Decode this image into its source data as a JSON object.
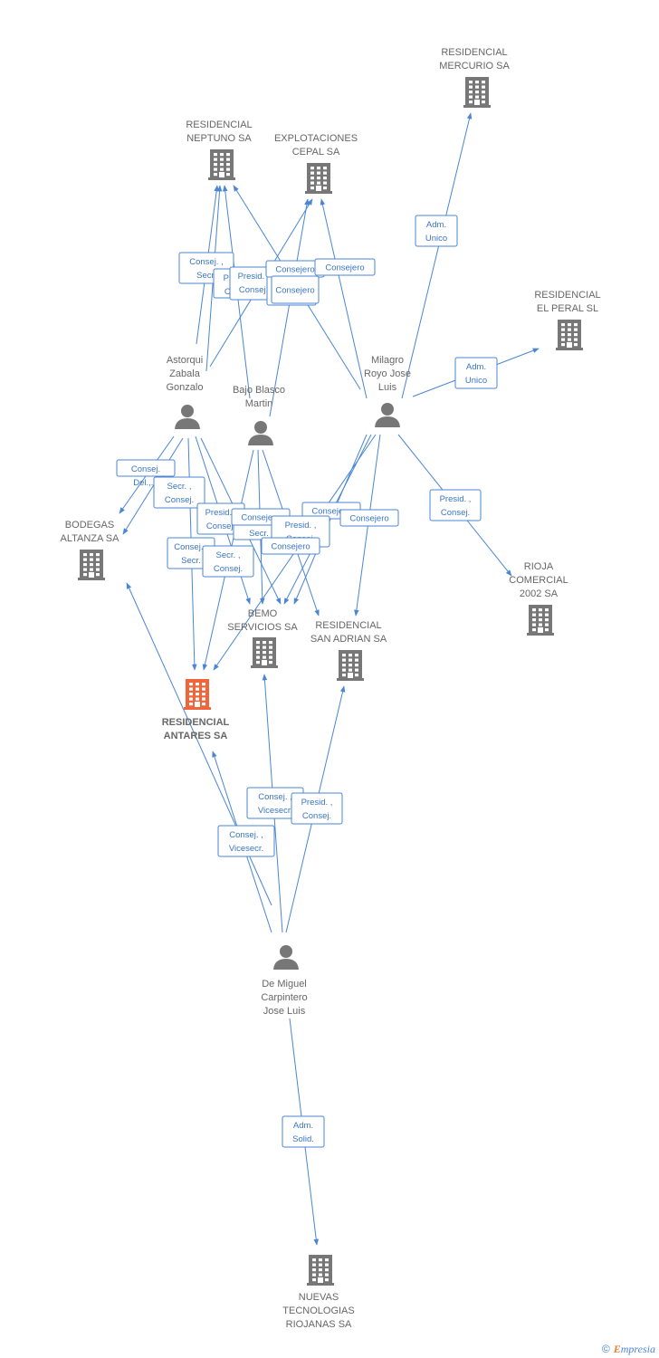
{
  "colors": {
    "company": "#777777",
    "focus_company": "#f0663a",
    "person": "#777777",
    "edge": "#4a86d4"
  },
  "nodes": [
    {
      "id": "mercurio",
      "type": "company",
      "lines": [
        "RESIDENCIAL",
        "MERCURIO SA"
      ]
    },
    {
      "id": "neptuno",
      "type": "company",
      "lines": [
        "RESIDENCIAL",
        "NEPTUNO SA"
      ]
    },
    {
      "id": "cepal",
      "type": "company",
      "lines": [
        "EXPLOTACIONES",
        "CEPAL SA"
      ]
    },
    {
      "id": "elperal",
      "type": "company",
      "lines": [
        "RESIDENCIAL",
        "EL PERAL SL"
      ]
    },
    {
      "id": "astorqui",
      "type": "person",
      "lines": [
        "Astorqui",
        "Zabala",
        "Gonzalo"
      ]
    },
    {
      "id": "bajo",
      "type": "person",
      "lines": [
        "Bajo Blasco",
        "Martin"
      ]
    },
    {
      "id": "milagro",
      "type": "person",
      "lines": [
        "Milagro",
        "Royo Jose",
        "Luis"
      ]
    },
    {
      "id": "bodegas",
      "type": "company",
      "lines": [
        "BODEGAS",
        "ALTANZA SA"
      ]
    },
    {
      "id": "rioja",
      "type": "company",
      "lines": [
        "RIOJA",
        "COMERCIAL",
        "2002 SA"
      ]
    },
    {
      "id": "bemo",
      "type": "company",
      "lines": [
        "BEMO",
        "SERVICIOS SA"
      ]
    },
    {
      "id": "sanadrian",
      "type": "company",
      "lines": [
        "RESIDENCIAL",
        "SAN ADRIAN SA"
      ]
    },
    {
      "id": "antares",
      "type": "focus",
      "lines": [
        "RESIDENCIAL",
        "ANTARES SA"
      ]
    },
    {
      "id": "demiguel",
      "type": "person",
      "lines": [
        "De Miguel",
        "Carpintero",
        "Jose Luis"
      ]
    },
    {
      "id": "nuevas",
      "type": "company",
      "lines": [
        "NUEVAS",
        "TECNOLOGIAS",
        "RIOJANAS SA"
      ]
    }
  ],
  "edges": [
    {
      "lines": [
        "Adm.",
        "Unico"
      ]
    },
    {
      "lines": [
        "Adm.",
        "Unico"
      ]
    },
    {
      "lines": [
        "Consej. ,",
        "Secr."
      ]
    },
    {
      "lines": [
        "Presid. ,",
        "Consej."
      ]
    },
    {
      "lines": [
        "Presid. ,",
        "Consej."
      ]
    },
    {
      "lines": [
        "Consejero"
      ]
    },
    {
      "lines": [
        "Consejero"
      ]
    },
    {
      "lines": [
        "Consejero"
      ]
    },
    {
      "lines": [
        "Consej.",
        "Del.,..."
      ]
    },
    {
      "lines": [
        "Secr. ,",
        "Consej."
      ]
    },
    {
      "lines": [
        "Secr. ,",
        "Consej."
      ]
    },
    {
      "lines": [
        "Presid. ,",
        "Consej."
      ]
    },
    {
      "lines": [
        "Consej. ,",
        "Secr."
      ]
    },
    {
      "lines": [
        "Consejero"
      ]
    },
    {
      "lines": [
        "Consejero"
      ]
    },
    {
      "lines": [
        "Consejero"
      ]
    },
    {
      "lines": [
        "Consejero"
      ]
    },
    {
      "lines": [
        "Presid. ,",
        "Consej."
      ]
    },
    {
      "lines": [
        "Consej. ,",
        "Vicesecr."
      ]
    },
    {
      "lines": [
        "Presid. ,",
        "Consej."
      ]
    },
    {
      "lines": [
        "Consej. ,",
        "Vicesecr."
      ]
    },
    {
      "lines": [
        "Adm.",
        "Solid."
      ]
    }
  ],
  "footer": {
    "copyright": "©",
    "brand_first": "E",
    "brand_rest": "mpresia"
  }
}
